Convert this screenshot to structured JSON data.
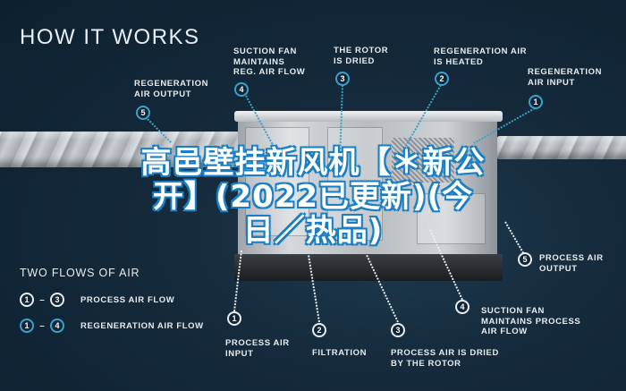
{
  "header": {
    "title": "HOW IT WORKS"
  },
  "overlay_text": {
    "line1": "高邑壁挂新风机【＊新公",
    "line2": "开】(2022已更新)(今",
    "line3": "日／热品)"
  },
  "colors": {
    "background": "#0f2536",
    "regeneration_accent": "#3aa2c9",
    "process_accent": "#e9eef2",
    "overlay_stroke": "#1a7fc3"
  },
  "regeneration_labels": [
    {
      "number": "5",
      "text": "REGENERATION\nAIR OUTPUT"
    },
    {
      "number": "4",
      "text": "SUCTION FAN\nMAINTAINS\nREG. AIR FLOW"
    },
    {
      "number": "3",
      "text": "THE ROTOR\nIS DRIED"
    },
    {
      "number": "2",
      "text": "REGENERATION AIR\nIS HEATED"
    },
    {
      "number": "1",
      "text": "REGENERATION\nAIR INPUT"
    }
  ],
  "process_labels": [
    {
      "number": "1",
      "text": "PROCESS AIR\nINPUT"
    },
    {
      "number": "2",
      "text": "FILTRATION"
    },
    {
      "number": "3",
      "text": "PROCESS AIR IS DRIED\nBY THE ROTOR"
    },
    {
      "number": "4",
      "text": "SUCTION FAN\nMAINTAINS PROCESS\nAIR FLOW"
    },
    {
      "number": "5",
      "text": "PROCESS AIR\nOUTPUT"
    }
  ],
  "legend": {
    "title": "TWO FLOWS OF AIR",
    "rows": [
      {
        "from": "1",
        "dash": "–",
        "to": "3",
        "label": "PROCESS AIR FLOW"
      },
      {
        "from": "1",
        "dash": "–",
        "to": "4",
        "label": "REGENERATION AIR FLOW"
      }
    ]
  }
}
